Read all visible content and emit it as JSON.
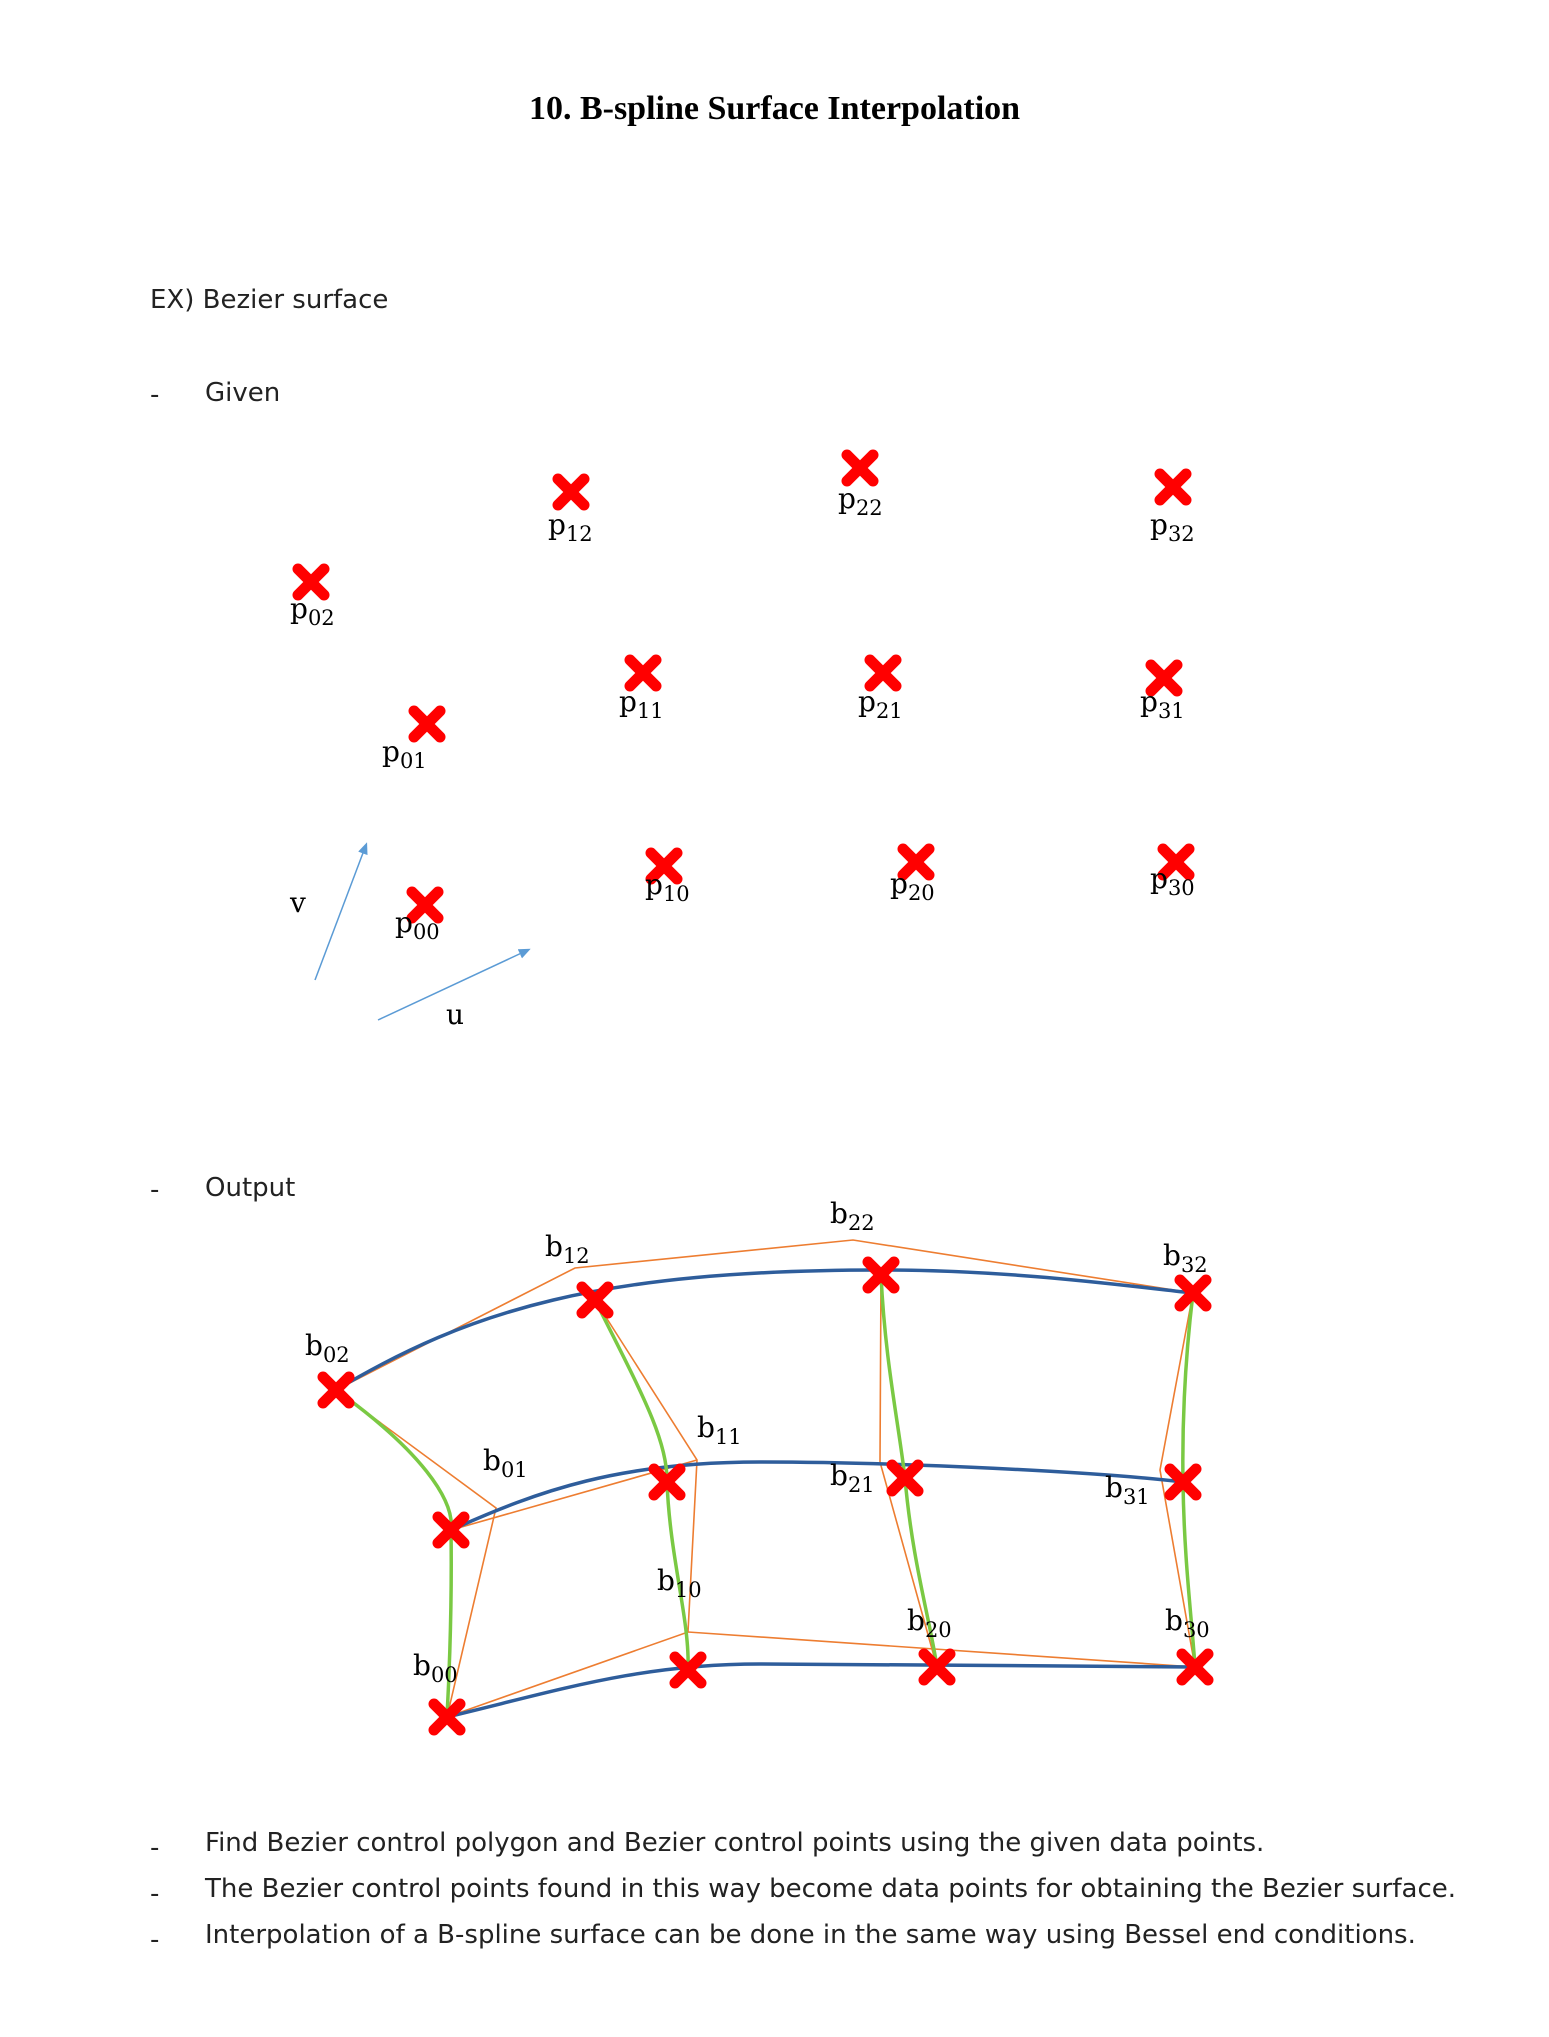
{
  "title": "10.  B-spline Surface Interpolation",
  "example_heading": "EX) Bezier surface",
  "given": {
    "dash": "-",
    "label": "Given"
  },
  "output": {
    "dash": "-",
    "label": "Output"
  },
  "axes": {
    "u": "u",
    "v": "v"
  },
  "colors": {
    "marker": "#ff0000",
    "axis_arrow": "#5b9bd5",
    "polygon": "#ed7d31",
    "u_curve": "#2e5d9b",
    "v_curve": "#7ac943"
  },
  "data_point_labels": {
    "p00": [
      "p",
      "00"
    ],
    "p01": [
      "p",
      "01"
    ],
    "p02": [
      "p",
      "02"
    ],
    "p10": [
      "p",
      "10"
    ],
    "p11": [
      "p",
      "11"
    ],
    "p12": [
      "p",
      "12"
    ],
    "p20": [
      "p",
      "20"
    ],
    "p21": [
      "p",
      "21"
    ],
    "p22": [
      "p",
      "22"
    ],
    "p30": [
      "p",
      "30"
    ],
    "p31": [
      "p",
      "31"
    ],
    "p32": [
      "p",
      "32"
    ]
  },
  "control_point_labels": {
    "b00": [
      "b",
      "00"
    ],
    "b01": [
      "b",
      "01"
    ],
    "b02": [
      "b",
      "02"
    ],
    "b10": [
      "b",
      "10"
    ],
    "b11": [
      "b",
      "11"
    ],
    "b12": [
      "b",
      "12"
    ],
    "b20": [
      "b",
      "20"
    ],
    "b21": [
      "b",
      "21"
    ],
    "b22": [
      "b",
      "22"
    ],
    "b30": [
      "b",
      "30"
    ],
    "b31": [
      "b",
      "31"
    ],
    "b32": [
      "b",
      "32"
    ]
  },
  "bullets": [
    {
      "dash": "-",
      "text": "Find Bezier control polygon and Bezier control points using the given data points."
    },
    {
      "dash": "-",
      "text": "The Bezier control points found in this way become data points for obtaining the Bezier surface."
    },
    {
      "dash": "-",
      "text": "Interpolation of a B-spline surface can be done in the same way using Bessel end conditions."
    }
  ]
}
